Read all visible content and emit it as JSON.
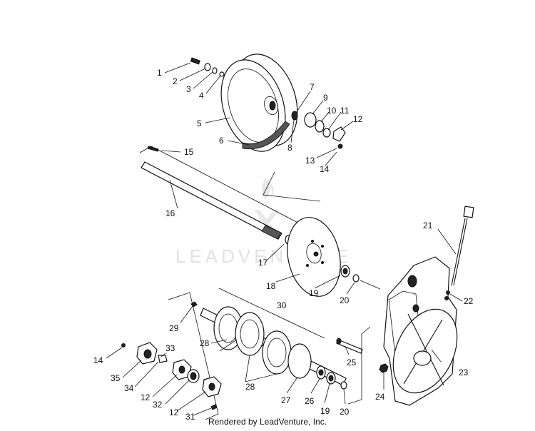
{
  "watermark": "LEADVENTURE",
  "footer": "Rendered by LeadVenture, Inc.",
  "callouts": {
    "c1": "1",
    "c2": "2",
    "c3": "3",
    "c4": "4",
    "c5": "5",
    "c6": "6",
    "c7": "7",
    "c8": "8",
    "c9": "9",
    "c10": "10",
    "c11": "11",
    "c12a": "12",
    "c13": "13",
    "c14a": "14",
    "c15": "15",
    "c16": "16",
    "c17": "17",
    "c18": "18",
    "c19a": "19",
    "c20a": "20",
    "c21": "21",
    "c22": "22",
    "c23": "23",
    "c24": "24",
    "c25": "25",
    "c26": "26",
    "c27": "27",
    "c28a": "28",
    "c28b": "28",
    "c29": "29",
    "c30": "30",
    "c31": "31",
    "c32": "32",
    "c33": "33",
    "c34": "34",
    "c35": "35",
    "c14b": "14",
    "c12b": "12",
    "c12c": "12",
    "c19b": "19",
    "c20b": "20"
  }
}
